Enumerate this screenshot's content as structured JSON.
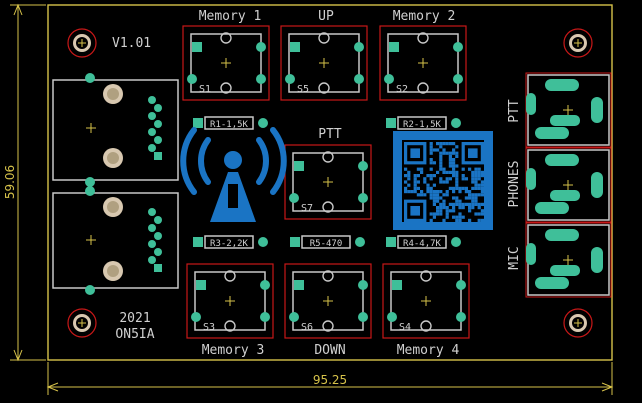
{
  "board": {
    "version": "V1.01",
    "year": "2021",
    "author": "ON5IA",
    "width_label": "95.25",
    "height_label": "59.06"
  },
  "switches": [
    {
      "id": "S1",
      "label": "Memory 1"
    },
    {
      "id": "S5",
      "label": "UP"
    },
    {
      "id": "S2",
      "label": "Memory 2"
    },
    {
      "id": "S7",
      "label": "PTT"
    },
    {
      "id": "S3",
      "label": "Memory 3"
    },
    {
      "id": "S6",
      "label": "DOWN"
    },
    {
      "id": "S4",
      "label": "Memory 4"
    }
  ],
  "resistors": [
    {
      "label": "R1-1,5K"
    },
    {
      "label": "R2-1,5K"
    },
    {
      "label": "R3-2,2K"
    },
    {
      "label": "R5-470"
    },
    {
      "label": "R4-4,7K"
    }
  ],
  "jacks": [
    {
      "label": "PTT"
    },
    {
      "label": "PHONES"
    },
    {
      "label": "MIC"
    }
  ],
  "colors": {
    "background": "#000000",
    "board_outline": "#d6c24a",
    "silkscreen": "#c8c8c8",
    "courtyard": "#c81818",
    "pad": "#3fbf99",
    "logo_blue": "#1a74c4"
  },
  "icons": {
    "radio_tower": "radio-tower-icon",
    "qr": "qr-code-icon"
  }
}
